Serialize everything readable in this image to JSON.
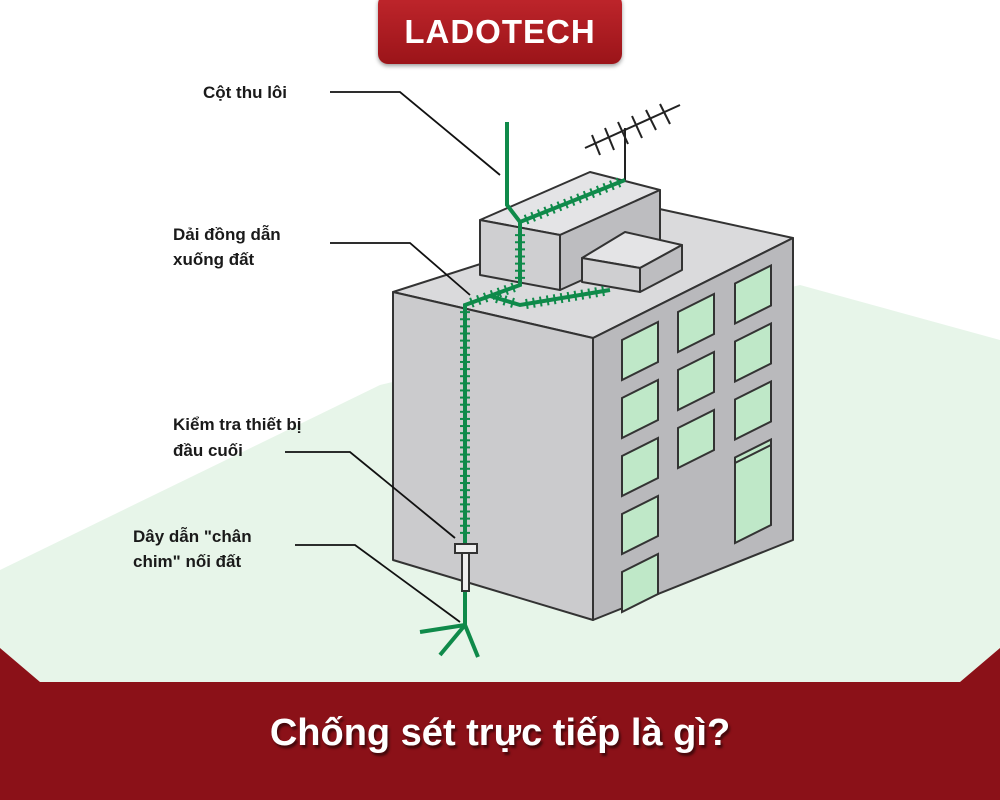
{
  "brand": {
    "logo_text": "LADOTECH",
    "color": "#b01c22"
  },
  "labels": {
    "lightning_rod": "Cột thu lôi",
    "down_conductor": [
      "Dải đồng dẫn",
      "xuống đất"
    ],
    "test_terminal": [
      "Kiểm tra thiết bị",
      "đầu cuối"
    ],
    "ground_conductor": [
      "Dây dẫn \"chân",
      "chim\" nối đất"
    ]
  },
  "banner": {
    "title": "Chống sét trực tiếp là gì?",
    "color": "#8b1118"
  },
  "colors": {
    "conductor": "#0f8a4a",
    "ground": "#e6f5e8",
    "building": "#cfcfd1"
  }
}
